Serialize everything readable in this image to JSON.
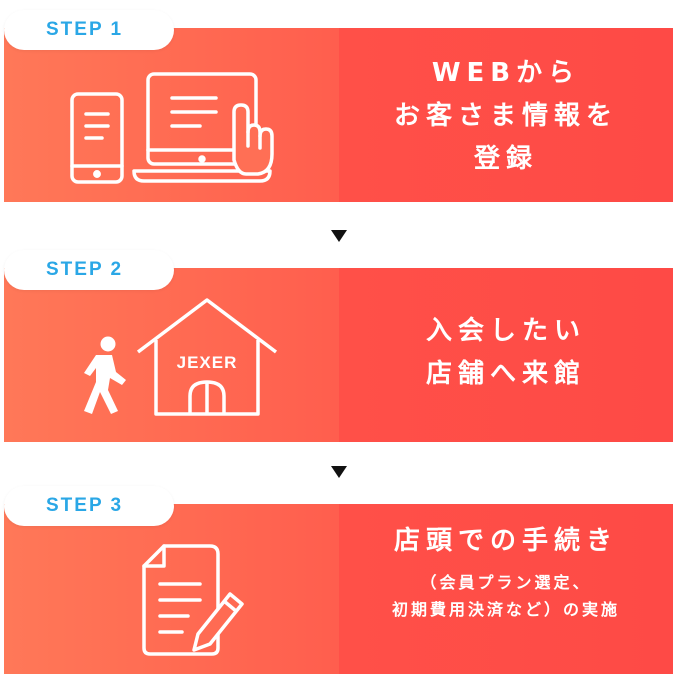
{
  "steps": [
    {
      "label": "STEP 1",
      "title_lines": [
        "WEBから",
        "お客さま情報を",
        "登録"
      ]
    },
    {
      "label": "STEP 2",
      "title_lines": [
        "入会したい",
        "店舗へ来館"
      ],
      "house_sign": "JEXER"
    },
    {
      "label": "STEP 3",
      "title_lines": [
        "店頭での手続き"
      ],
      "sub_lines": [
        "（会員プラン選定、",
        "初期費用決済など）の実施"
      ]
    }
  ],
  "icons": {
    "step1": [
      "tablet-icon",
      "laptop-icon",
      "pointing-hand-icon"
    ],
    "step2": [
      "walking-person-icon",
      "house-icon"
    ],
    "step3": [
      "document-icon",
      "pencil-icon"
    ]
  },
  "colors": {
    "panel_left": "#ff7858",
    "panel_right": "#fe4a46",
    "step_label": "#2aa7e6",
    "arrow": "#111111"
  }
}
